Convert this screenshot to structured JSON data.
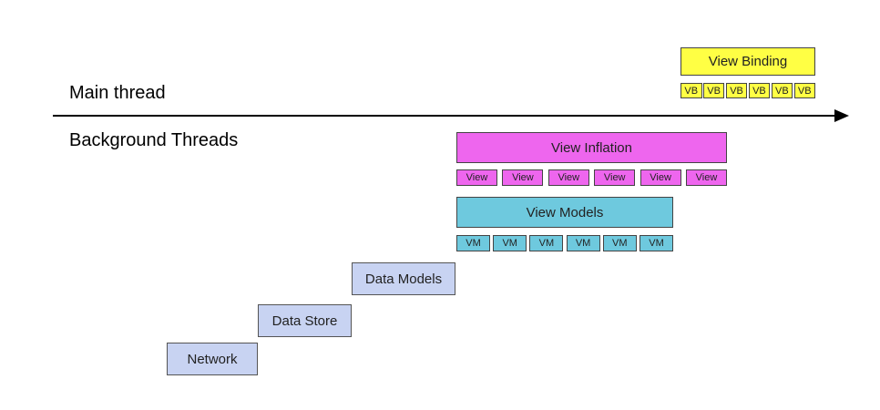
{
  "lanes": {
    "main": "Main thread",
    "background": "Background Threads"
  },
  "view_binding": {
    "label": "View Binding",
    "chips": [
      "VB",
      "VB",
      "VB",
      "VB",
      "VB",
      "VB"
    ]
  },
  "view_inflation": {
    "label": "View Inflation",
    "chips": [
      "View",
      "View",
      "View",
      "View",
      "View",
      "View"
    ]
  },
  "view_models": {
    "label": "View Models",
    "chips": [
      "VM",
      "VM",
      "VM",
      "VM",
      "VM",
      "VM"
    ]
  },
  "stages": {
    "data_models": "Data Models",
    "data_store": "Data Store",
    "network": "Network"
  },
  "colors": {
    "view_binding": "#ffff44",
    "view_inflation": "#ee66ee",
    "view_models": "#6ec9de",
    "stages": "#c8d3f2"
  }
}
